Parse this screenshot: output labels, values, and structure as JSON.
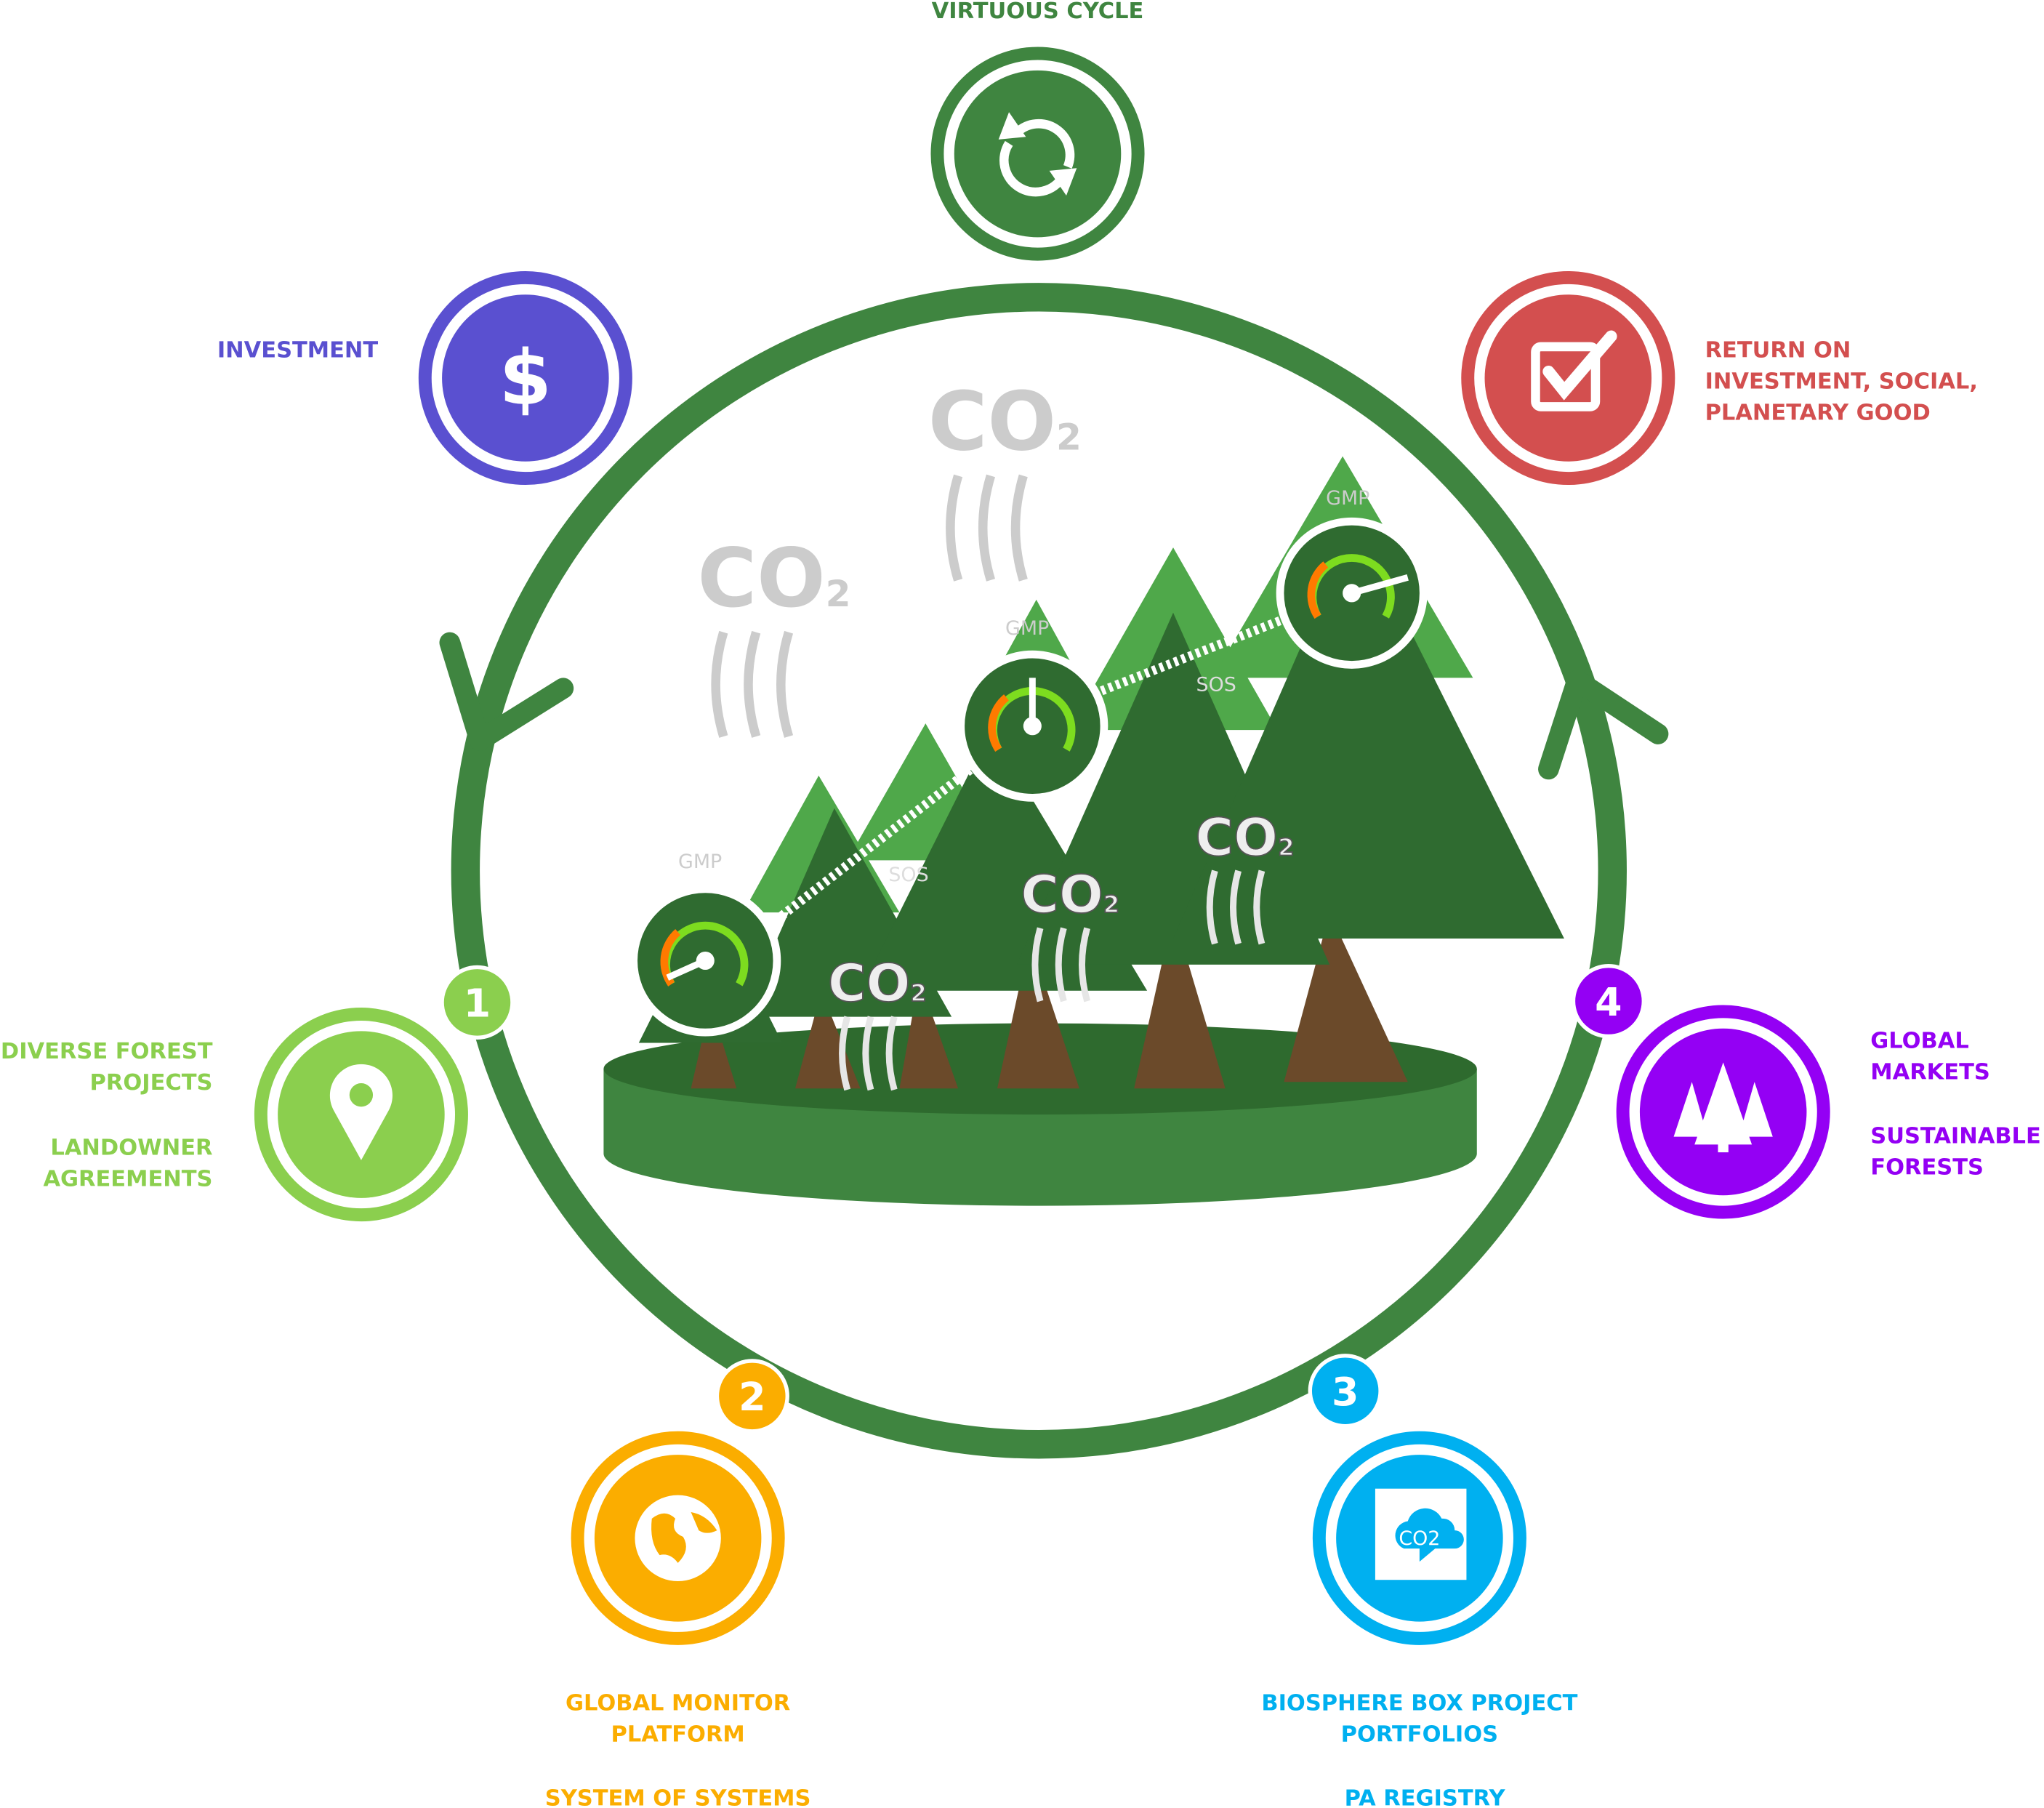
{
  "title": "VIRTUOUS CYCLE",
  "colors": {
    "cycle_green": "#3f8540",
    "investment": "#5a50d0",
    "return": "#d34f4f",
    "step1": "#8bcf4e",
    "step2": "#fbad00",
    "step3": "#00b0f0",
    "step4": "#9400f4",
    "co2_grey": "#cccccc"
  },
  "nodes": {
    "cycle": {
      "icon": "refresh-icon"
    },
    "investment": {
      "icon": "dollar-icon",
      "symbol": "$",
      "lines": [
        "INVESTMENT"
      ]
    },
    "return": {
      "icon": "checkbox-icon",
      "lines": [
        "RETURN ON",
        "INVESTMENT, SOCIAL,",
        "PLANETARY GOOD"
      ]
    },
    "step1": {
      "number": "1",
      "icon": "map-pin-icon",
      "lines": [
        "DIVERSE FOREST",
        "PROJECTS",
        "LANDOWNER",
        "AGREEMENTS"
      ]
    },
    "step2": {
      "number": "2",
      "icon": "globe-icon",
      "lines": [
        "GLOBAL MONITOR",
        "PLATFORM",
        "SYSTEM OF SYSTEMS"
      ]
    },
    "step3": {
      "number": "3",
      "icon": "co2-cloud-icon",
      "icon_text": "CO2",
      "lines": [
        "BIOSPHERE BOX PROJECT",
        "PORTFOLIOS",
        "PA REGISTRY"
      ]
    },
    "step4": {
      "number": "4",
      "icon": "pine-trees-icon",
      "lines": [
        "GLOBAL",
        "MARKETS",
        "SUSTAINABLE",
        "FORESTS"
      ]
    }
  },
  "scene": {
    "co2_label": "CO",
    "co2_sub": "2",
    "gauge_label": "GMP",
    "link_label": "SOS"
  }
}
